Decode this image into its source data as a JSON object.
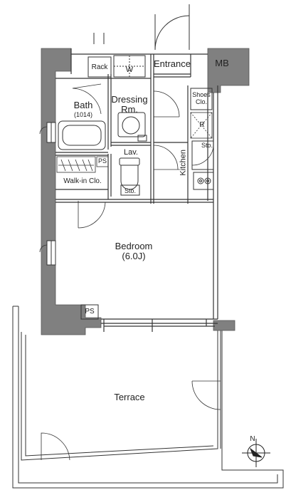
{
  "rooms": {
    "rack": "Rack",
    "washer": "W",
    "entrance": "Entrance",
    "mb": "MB",
    "bath": "Bath",
    "bath_size": "(1014)",
    "dressing_line1": "Dressing",
    "dressing_line2": "Rm.",
    "shoes_line1": "Shoes",
    "shoes_line2": "Clo.",
    "refrigerator": "R",
    "lav": "Lav.",
    "storage_kitchen": "Sto.",
    "storage_lav": "Sto.",
    "kitchen": "Kitchen",
    "ps_upper": "PS",
    "walk_in": "Walk-in Clo.",
    "bedroom": "Bedroom",
    "bedroom_size": "(6.0J)",
    "ps_lower": "PS",
    "terrace": "Terrace"
  },
  "compass": {
    "north_label": "N"
  },
  "colors": {
    "wall": "#808080",
    "line": "#333333",
    "background": "#ffffff"
  }
}
